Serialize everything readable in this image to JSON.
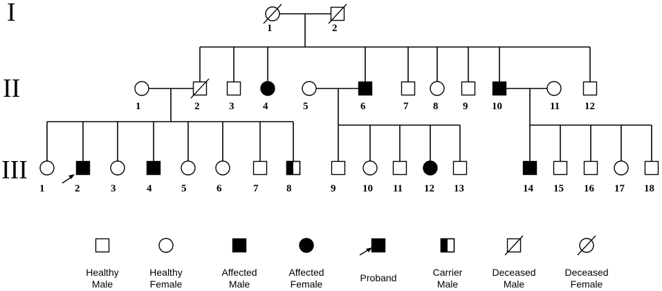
{
  "generations": [
    {
      "label": "I",
      "members": [
        {
          "n": "1",
          "sex": "female",
          "affected": false,
          "deceased": true
        },
        {
          "n": "2",
          "sex": "male",
          "affected": false,
          "deceased": true
        }
      ]
    },
    {
      "label": "II",
      "members": [
        {
          "n": "1",
          "sex": "female",
          "affected": false
        },
        {
          "n": "2",
          "sex": "male",
          "affected": false,
          "deceased": true
        },
        {
          "n": "3",
          "sex": "male",
          "affected": false
        },
        {
          "n": "4",
          "sex": "female",
          "affected": true
        },
        {
          "n": "5",
          "sex": "female",
          "affected": false
        },
        {
          "n": "6",
          "sex": "male",
          "affected": true
        },
        {
          "n": "7",
          "sex": "male",
          "affected": false
        },
        {
          "n": "8",
          "sex": "female",
          "affected": false
        },
        {
          "n": "9",
          "sex": "male",
          "affected": false
        },
        {
          "n": "10",
          "sex": "male",
          "affected": true
        },
        {
          "n": "11",
          "sex": "female",
          "affected": false
        },
        {
          "n": "12",
          "sex": "male",
          "affected": false
        }
      ]
    },
    {
      "label": "III",
      "members": [
        {
          "n": "1",
          "sex": "female",
          "affected": false
        },
        {
          "n": "2",
          "sex": "male",
          "affected": true,
          "proband": true
        },
        {
          "n": "3",
          "sex": "female",
          "affected": false
        },
        {
          "n": "4",
          "sex": "male",
          "affected": true
        },
        {
          "n": "5",
          "sex": "female",
          "affected": false
        },
        {
          "n": "6",
          "sex": "female",
          "affected": false
        },
        {
          "n": "7",
          "sex": "male",
          "affected": false
        },
        {
          "n": "8",
          "sex": "male",
          "affected": false,
          "carrier": true
        },
        {
          "n": "9",
          "sex": "male",
          "affected": false
        },
        {
          "n": "10",
          "sex": "female",
          "affected": false
        },
        {
          "n": "11",
          "sex": "male",
          "affected": false
        },
        {
          "n": "12",
          "sex": "female",
          "affected": true
        },
        {
          "n": "13",
          "sex": "male",
          "affected": false
        },
        {
          "n": "14",
          "sex": "male",
          "affected": true
        },
        {
          "n": "15",
          "sex": "male",
          "affected": false
        },
        {
          "n": "16",
          "sex": "male",
          "affected": false
        },
        {
          "n": "17",
          "sex": "female",
          "affected": false
        },
        {
          "n": "18",
          "sex": "male",
          "affected": false
        }
      ]
    }
  ],
  "legend": [
    {
      "key": "healthy-male",
      "lines": [
        "Healthy",
        "Male"
      ]
    },
    {
      "key": "healthy-female",
      "lines": [
        "Healthy",
        "Female"
      ]
    },
    {
      "key": "affected-male",
      "lines": [
        "Affected",
        "Male"
      ]
    },
    {
      "key": "affected-female",
      "lines": [
        "Affected",
        "Female"
      ]
    },
    {
      "key": "proband",
      "lines": [
        "Proband"
      ]
    },
    {
      "key": "carrier-male",
      "lines": [
        "Carrier",
        "Male"
      ]
    },
    {
      "key": "deceased-male",
      "lines": [
        "Deceased",
        "Male"
      ]
    },
    {
      "key": "deceased-female",
      "lines": [
        "Deceased",
        "Female"
      ]
    }
  ],
  "colors": {
    "line": "#000000",
    "affected": "#000000",
    "healthy": "#ffffff"
  }
}
